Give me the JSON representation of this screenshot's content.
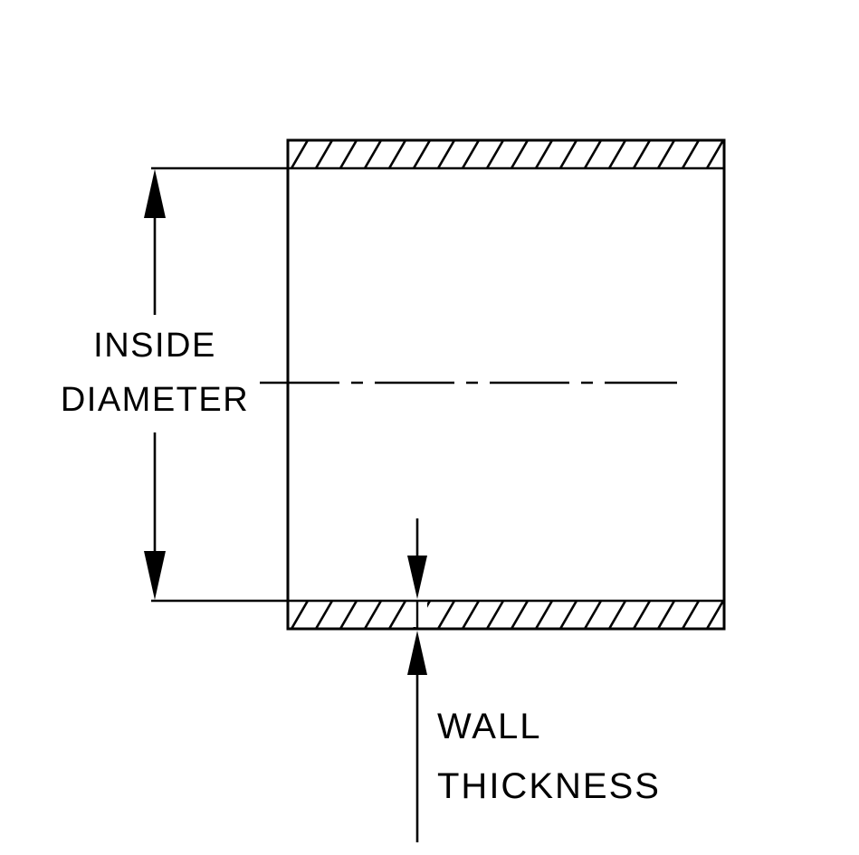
{
  "diagram": {
    "labels": {
      "inside_diameter": {
        "line1": "INSIDE",
        "line2": "DIAMETER"
      },
      "wall_thickness": {
        "line1": "WALL",
        "line2": "THICKNESS"
      }
    },
    "colors": {
      "line": "#000000",
      "background": "#ffffff"
    }
  }
}
